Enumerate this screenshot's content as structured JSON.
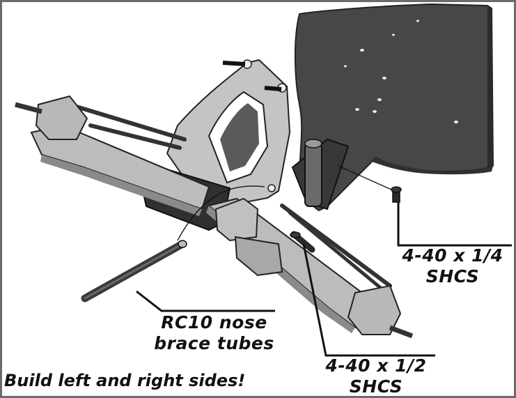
{
  "labels": {
    "screw_short": [
      "4-40 x 1/4",
      "SHCS"
    ],
    "screw_long": [
      "4-40 x 1/2",
      "SHCS"
    ],
    "brace_tubes": [
      "RC10 nose",
      "brace tubes"
    ],
    "footer_note": "Build left and right sides!"
  },
  "colors": {
    "chassis": "#444444",
    "chassis_edge": "#222222",
    "alloy": "#bdbdbd",
    "alloy_dark": "#8a8a8a",
    "black_part": "#2e2e2e",
    "frame": "#6b6b6b"
  }
}
